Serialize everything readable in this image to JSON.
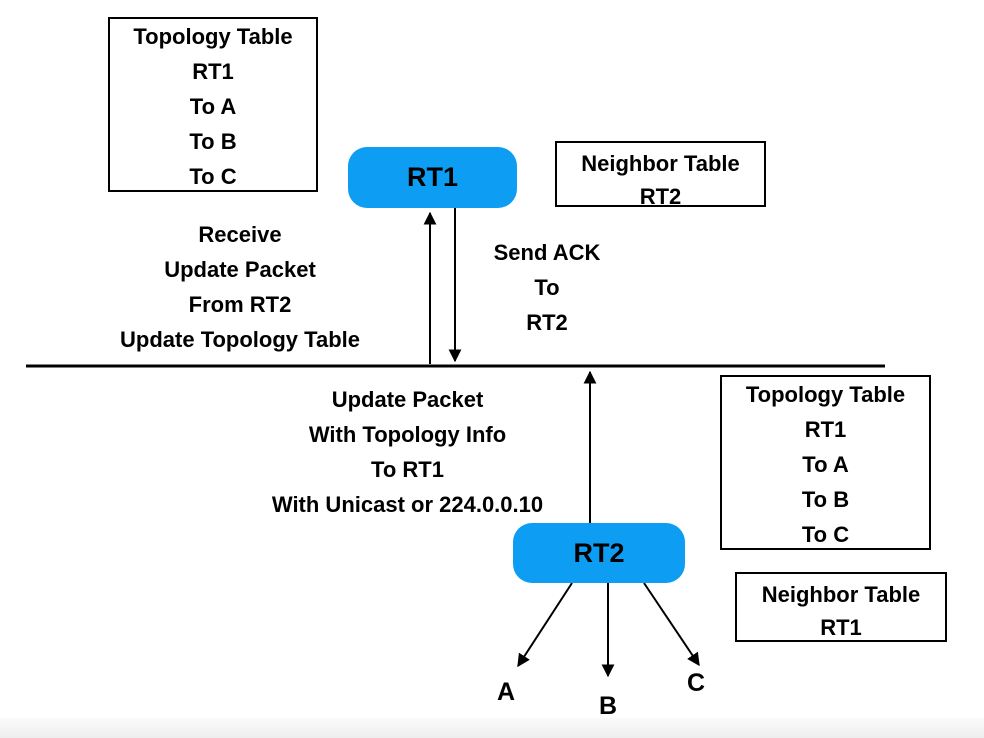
{
  "diagram": {
    "title_semantic": "EIGRP update and acknowledgement exchange between RT1 and RT2",
    "colors": {
      "node_fill": "#0D9EF3",
      "stroke": "#000000",
      "background": "#ffffff"
    },
    "nodes": {
      "rt1": "RT1",
      "rt2": "RT2"
    },
    "boxes": {
      "topology_left": {
        "lines": [
          "Topology Table",
          "RT1",
          "To A",
          "To B",
          "To C"
        ]
      },
      "neighbor_top": {
        "lines": [
          "Neighbor Table",
          "RT2"
        ]
      },
      "topology_right": {
        "lines": [
          "Topology Table",
          "RT1",
          "To A",
          "To B",
          "To C"
        ]
      },
      "neighbor_bottom": {
        "lines": [
          "Neighbor Table",
          "RT1"
        ]
      }
    },
    "annotations": {
      "receive": {
        "lines": [
          "Receive",
          "Update Packet",
          "From RT2",
          "Update Topology Table"
        ]
      },
      "send_ack": {
        "lines": [
          "Send ACK",
          "To",
          "RT2"
        ]
      },
      "update_packet": {
        "lines": [
          "Update Packet",
          "With Topology Info",
          "To RT1",
          "With Unicast or 224.0.0.10"
        ]
      }
    },
    "hosts": [
      "A",
      "B",
      "C"
    ]
  }
}
